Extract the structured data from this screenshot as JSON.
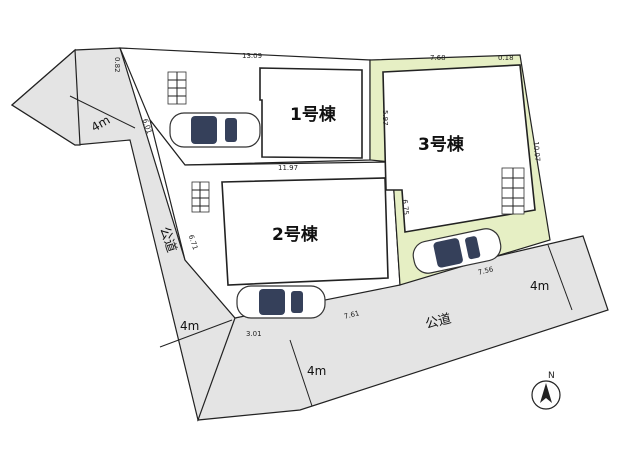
{
  "buildings": {
    "b1": "1号棟",
    "b2": "2号棟",
    "b3": "3号棟"
  },
  "roads": {
    "west_label": "公道",
    "south_label": "公道",
    "width_nw": "4m",
    "width_w": "4m",
    "width_sw": "4m",
    "width_se": "4m"
  },
  "dimensions": {
    "d_13_09": "13.09",
    "d_7_68": "7.68",
    "d_0_18": "0.18",
    "d_0_82": "0.82",
    "d_6_01": "6.01",
    "d_5_97": "5.97",
    "d_10_07": "10.07",
    "d_11_97": "11.97",
    "d_6_75": "6.75",
    "d_6_71": "6.71",
    "d_7_56": "7.56",
    "d_7_61": "7.61",
    "d_3_01": "3.01"
  },
  "compass": {
    "label": "N"
  },
  "colors": {
    "road": "#e4e4e4",
    "green_lot": "#e6efc4",
    "car_glass": "#35405a"
  }
}
